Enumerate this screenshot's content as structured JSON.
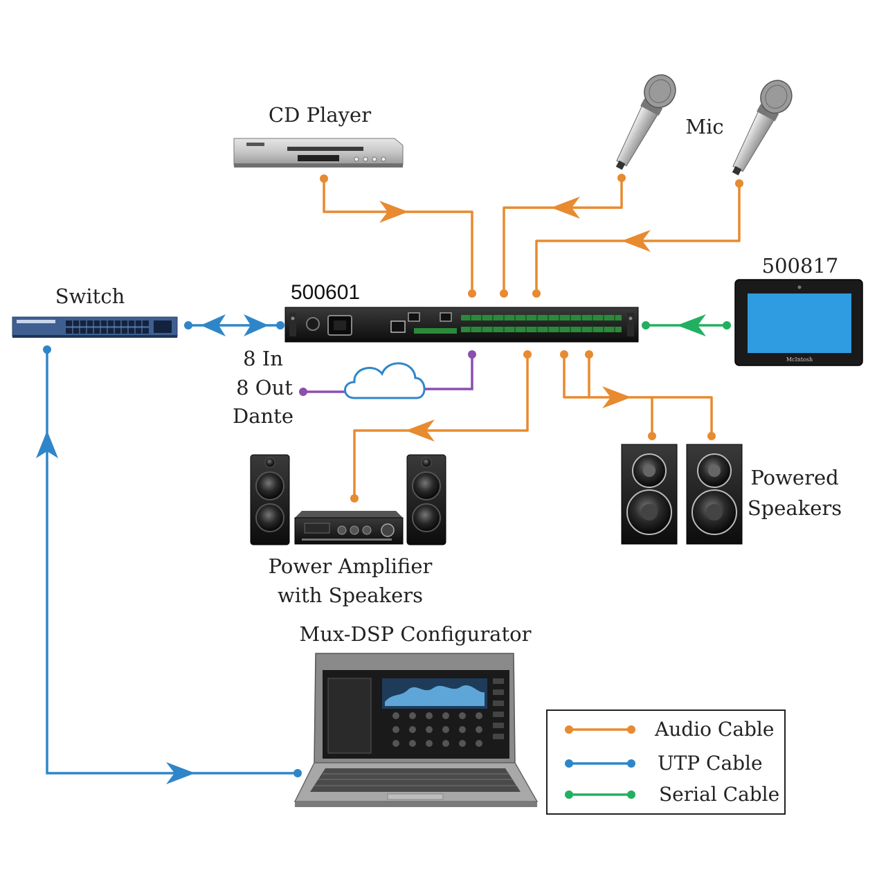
{
  "labels": {
    "cd_player": "CD Player",
    "mic": "Mic",
    "switch": "Switch",
    "dsp_model": "500601",
    "touch_panel_model": "500817",
    "dante_line1": "8 In",
    "dante_line2": "8 Out",
    "dante_line3": "Dante",
    "powered_speakers_line1": "Powered",
    "powered_speakers_line2": "Speakers",
    "amp_line1": "Power Amplifier",
    "amp_line2": "with Speakers",
    "configurator": "Mux-DSP Configurator",
    "touch_panel_brand": "McIntosh"
  },
  "legend": {
    "items": [
      {
        "label": "Audio Cable",
        "color": "#e88a2f"
      },
      {
        "label": "UTP Cable",
        "color": "#2e86c8"
      },
      {
        "label": "Serial Cable",
        "color": "#22b060"
      }
    ]
  },
  "colors": {
    "audio": "#e88a2f",
    "utp": "#2e86c8",
    "serial": "#22b060",
    "dante": "#8a4fb0",
    "cloud": "#2e86c8",
    "screen": "#2f9be0"
  }
}
